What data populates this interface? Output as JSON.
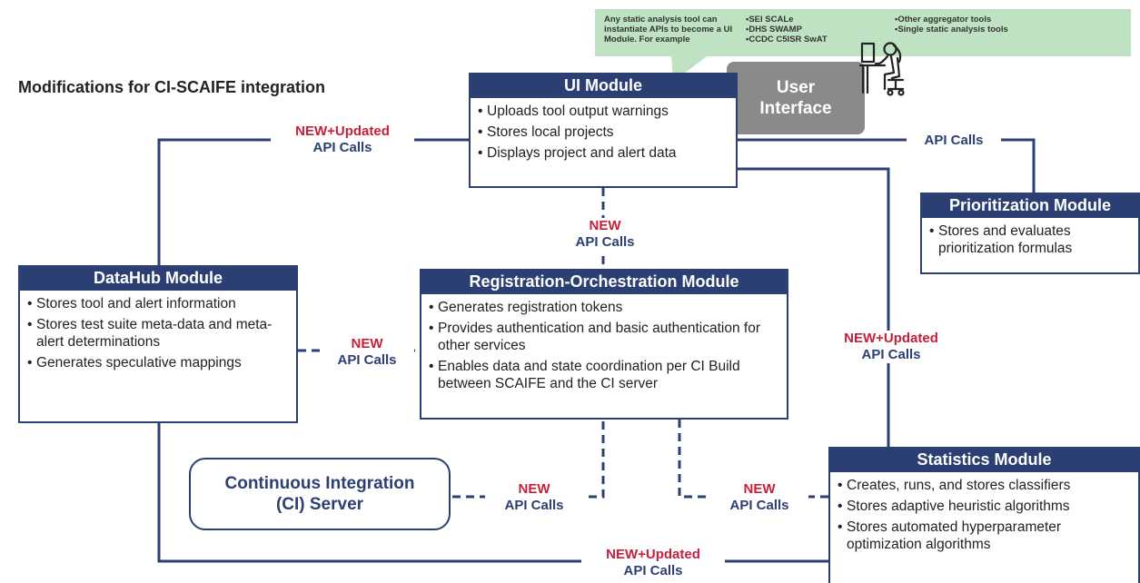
{
  "page_title": "Modifications for CI-SCAIFE integration",
  "callout": {
    "intro": "Any static analysis tool can instantiate APIs to become a UI Module. For example",
    "col2": [
      "SEI SCALe",
      "DHS SWAMP",
      "CCDC C5ISR SwAT"
    ],
    "col3": [
      "Other aggregator tools",
      "Single static analysis tools"
    ]
  },
  "user_interface": {
    "label_line1": "User",
    "label_line2": "Interface",
    "icon": "person-at-computer-icon"
  },
  "modules": {
    "ui": {
      "title": "UI Module",
      "items": [
        "Uploads tool output warnings",
        "Stores local projects",
        "Displays project and alert data"
      ]
    },
    "prioritization": {
      "title": "Prioritization Module",
      "items": [
        "Stores and evaluates prioritization formulas"
      ]
    },
    "datahub": {
      "title": "DataHub Module",
      "items": [
        "Stores tool and alert information",
        "Stores test suite meta-data and meta-alert determinations",
        "Generates speculative mappings"
      ]
    },
    "registration": {
      "title": "Registration-Orchestration Module",
      "items": [
        "Generates registration tokens",
        "Provides authentication and basic authentication for other services",
        "Enables data and state coordination per CI Build between SCAIFE and the CI server"
      ]
    },
    "statistics": {
      "title": "Statistics Module",
      "items": [
        "Creates, runs, and stores classifiers",
        "Stores adaptive heuristic algorithms",
        "Stores automated hyperparameter optimization algorithms"
      ]
    }
  },
  "ci_server": {
    "line1": "Continuous Integration",
    "line2": "(CI) Server"
  },
  "connections": {
    "ui_datahub": {
      "tag": "NEW+Updated",
      "text": "API Calls"
    },
    "ui_prioritization": {
      "tag": "",
      "text": "API Calls"
    },
    "ui_registration": {
      "tag": "NEW",
      "text": "API Calls"
    },
    "datahub_registration": {
      "tag": "NEW",
      "text": "API Calls"
    },
    "ui_statistics": {
      "tag": "NEW+Updated",
      "text": "API Calls"
    },
    "ci_registration": {
      "tag": "NEW",
      "text": "API Calls"
    },
    "registration_statistics": {
      "tag": "NEW",
      "text": "API Calls"
    },
    "datahub_statistics": {
      "tag": "NEW+Updated",
      "text": "API Calls"
    }
  },
  "colors": {
    "navy": "#2b3f73",
    "red": "#c4203a",
    "callout_green": "#bfe3c2",
    "user_gray": "#8a8a8a"
  }
}
